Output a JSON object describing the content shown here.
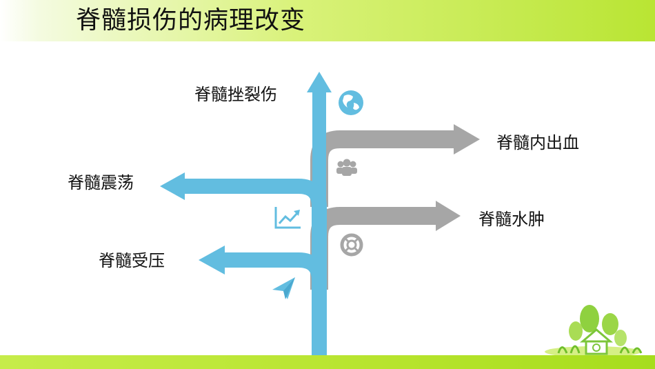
{
  "slide": {
    "title": "脊髓损伤的病理改变"
  },
  "labels": {
    "contusion": "脊髓挫裂伤",
    "hemorrhage": "脊髓内出血",
    "concussion": "脊髓震荡",
    "edema": "脊髓水肿",
    "compression": "脊髓受压"
  },
  "icons": {
    "globe": "globe-icon",
    "people": "people-icon",
    "trend": "trend-chart-icon",
    "lifebuoy": "lifebuoy-icon",
    "send": "paper-plane-icon",
    "eco": "eco-house-icon"
  },
  "colors": {
    "blue_arrow": "#62bde0",
    "gray_arrow": "#a6a6a6",
    "accent_green": "#b9e533"
  }
}
